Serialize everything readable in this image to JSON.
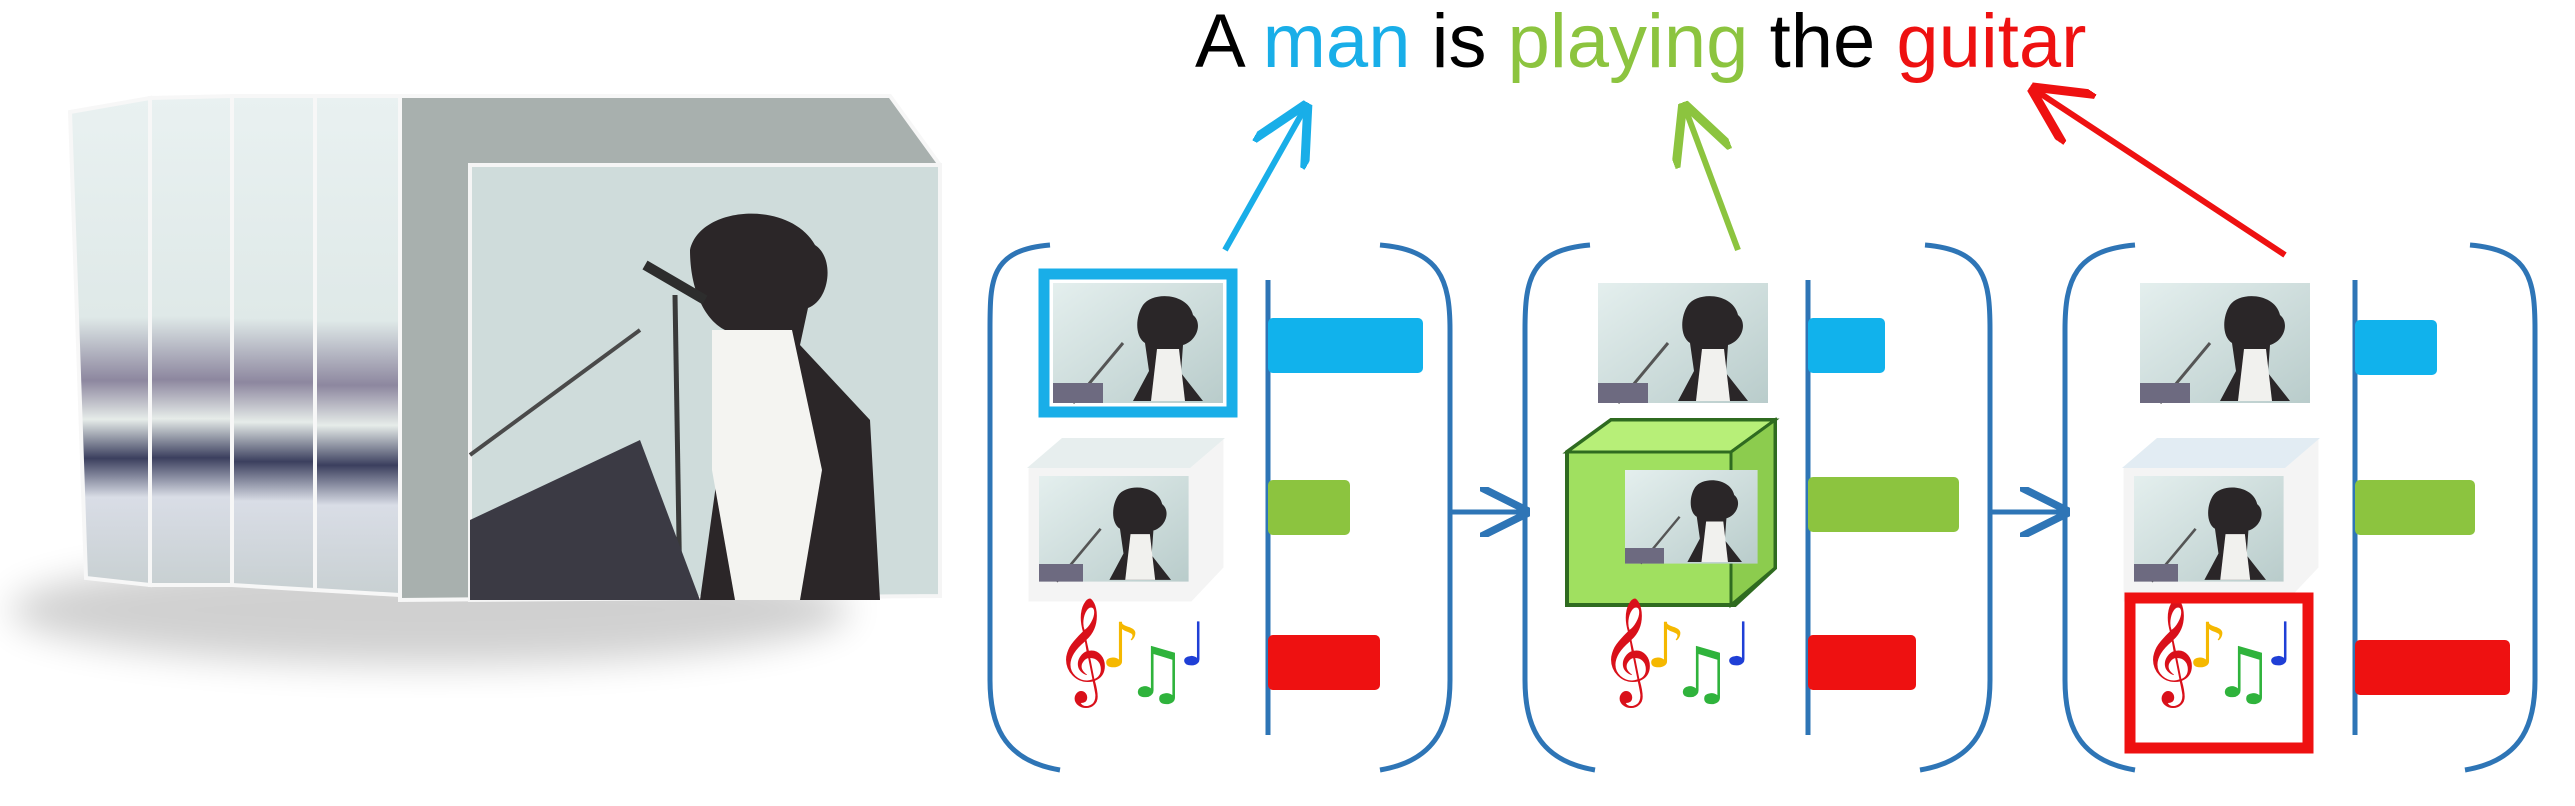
{
  "caption": {
    "w1": "A",
    "w2": "man",
    "w3": "is",
    "w4": "playing",
    "w5": "the",
    "w6": "guitar"
  },
  "colors": {
    "text": "#000000",
    "man": "#19aee8",
    "playing": "#8cc43f",
    "guitar": "#ee1111",
    "bracket": "#2e75b6",
    "bar_blue": "#11b2ec",
    "bar_green": "#8cc43f",
    "bar_red": "#ee1111"
  },
  "steps": [
    {
      "attention": {
        "image": 0.36,
        "motion": 0.19,
        "audio": 0.26
      },
      "highlight": "image"
    },
    {
      "attention": {
        "image": 0.18,
        "motion": 0.35,
        "audio": 0.25
      },
      "highlight": "motion"
    },
    {
      "attention": {
        "image": 0.19,
        "motion": 0.28,
        "audio": 0.36
      },
      "highlight": "audio"
    }
  ],
  "icons": {
    "video": "video-frames-stack",
    "image": "video-frame-thumbnail",
    "motion": "motion-cube",
    "audio": "music-notes"
  }
}
